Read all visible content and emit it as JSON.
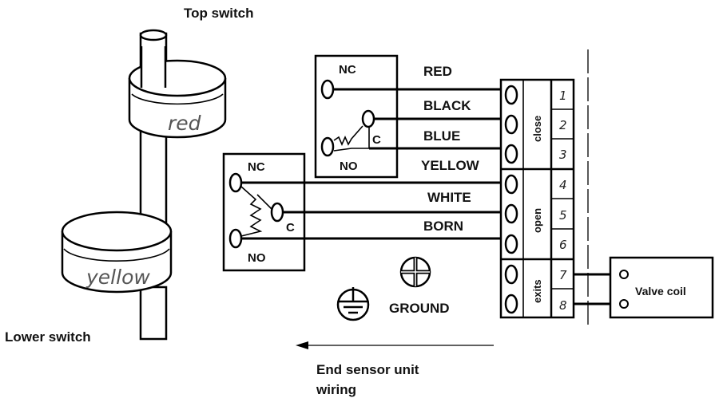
{
  "labels": {
    "top_switch": "Top switch",
    "lower_switch": "Lower switch",
    "red_ring": "red",
    "yellow_ring": "yellow",
    "ground": "GROUND",
    "end_sensor_line1": "End sensor unit",
    "end_sensor_line2": "wiring",
    "valve_coil": "Valve coil"
  },
  "top_switch_box": {
    "nc": "NC",
    "c": "C",
    "no": "NO"
  },
  "lower_switch_box": {
    "nc": "NC",
    "c": "C",
    "no": "NO"
  },
  "wires": {
    "red": "RED",
    "black": "BLACK",
    "blue": "BLUE",
    "yellow": "YELLOW",
    "white": "WHITE",
    "born": "BORN"
  },
  "terminal_groups": {
    "close": "close",
    "open": "open",
    "exits": "exits"
  },
  "terminals": [
    "1",
    "2",
    "3",
    "4",
    "5",
    "6",
    "7",
    "8"
  ]
}
